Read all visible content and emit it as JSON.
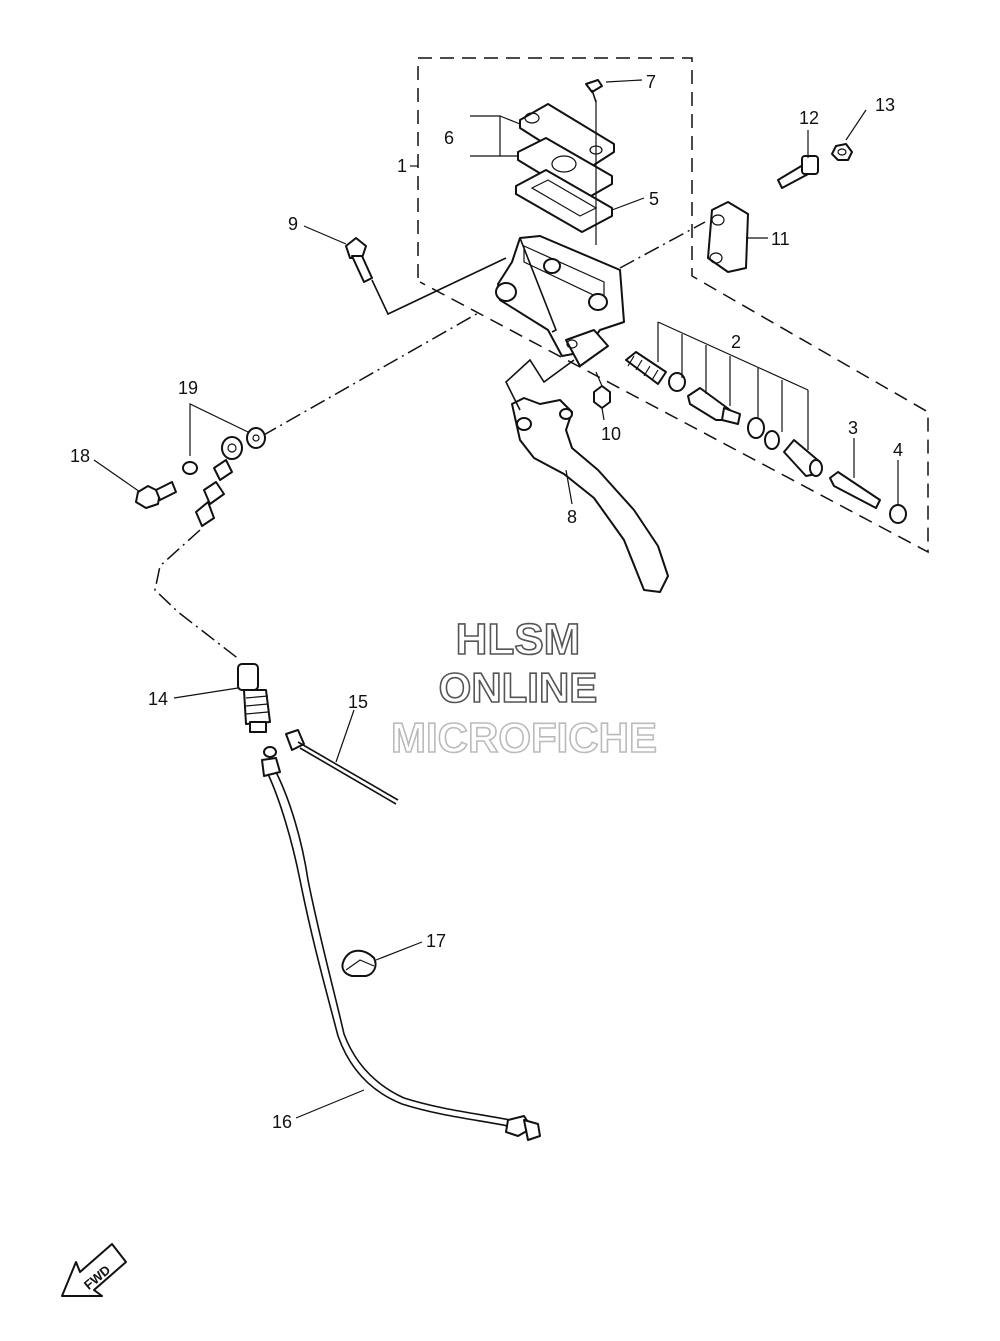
{
  "diagram": {
    "callouts": {
      "c1": "1",
      "c2": "2",
      "c3": "3",
      "c4": "4",
      "c5": "5",
      "c6": "6",
      "c7": "7",
      "c8": "8",
      "c9": "9",
      "c10": "10",
      "c11": "11",
      "c12": "12",
      "c13": "13",
      "c14": "14",
      "c15": "15",
      "c16": "16",
      "c17": "17",
      "c18": "18",
      "c19": "19"
    },
    "watermark": {
      "line1": "HLSM",
      "line2": "ONLINE",
      "line3": "MICROFICHE"
    },
    "fwd_label": "FWD"
  }
}
